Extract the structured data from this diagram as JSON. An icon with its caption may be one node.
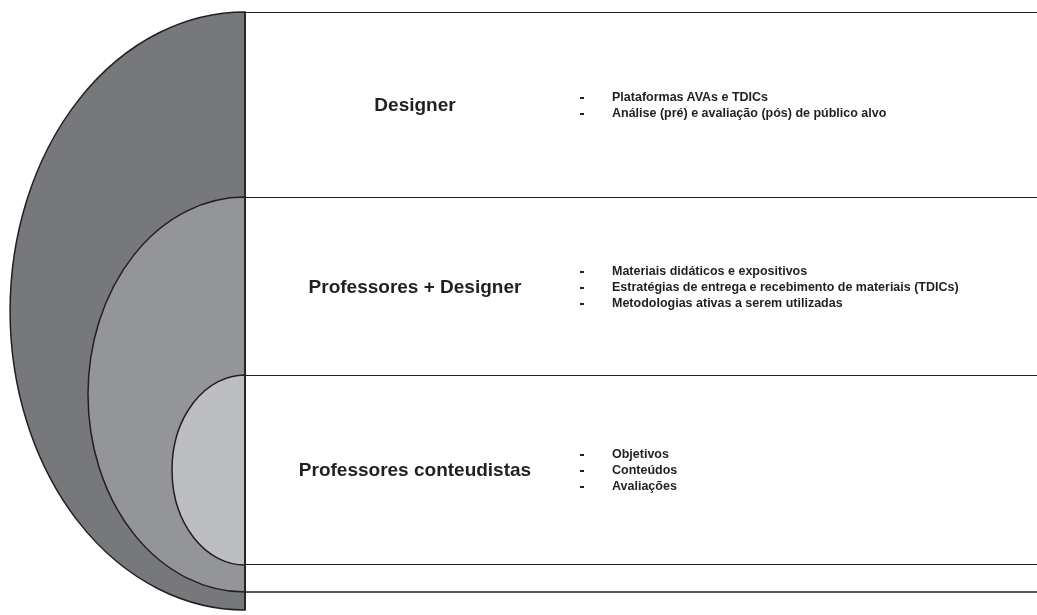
{
  "diagram": {
    "nodes": [
      {
        "text": [
          "Designer",
          "Plataformas AVAs e TDICs",
          "Análise (pré) e avaliação (pós) de público alvo"
        ]
      },
      {
        "text": [
          "Professores + Designer",
          "Materiais didáticos e expositivos",
          "Estratégias de entrega e recebimento de materiais (TDICs)",
          "Metodologias ativas a serem utilizadas"
        ]
      },
      {
        "text": [
          "Professores conteudistas",
          "Objetivos",
          "Conteúdos",
          "Avaliações"
        ]
      }
    ]
  }
}
